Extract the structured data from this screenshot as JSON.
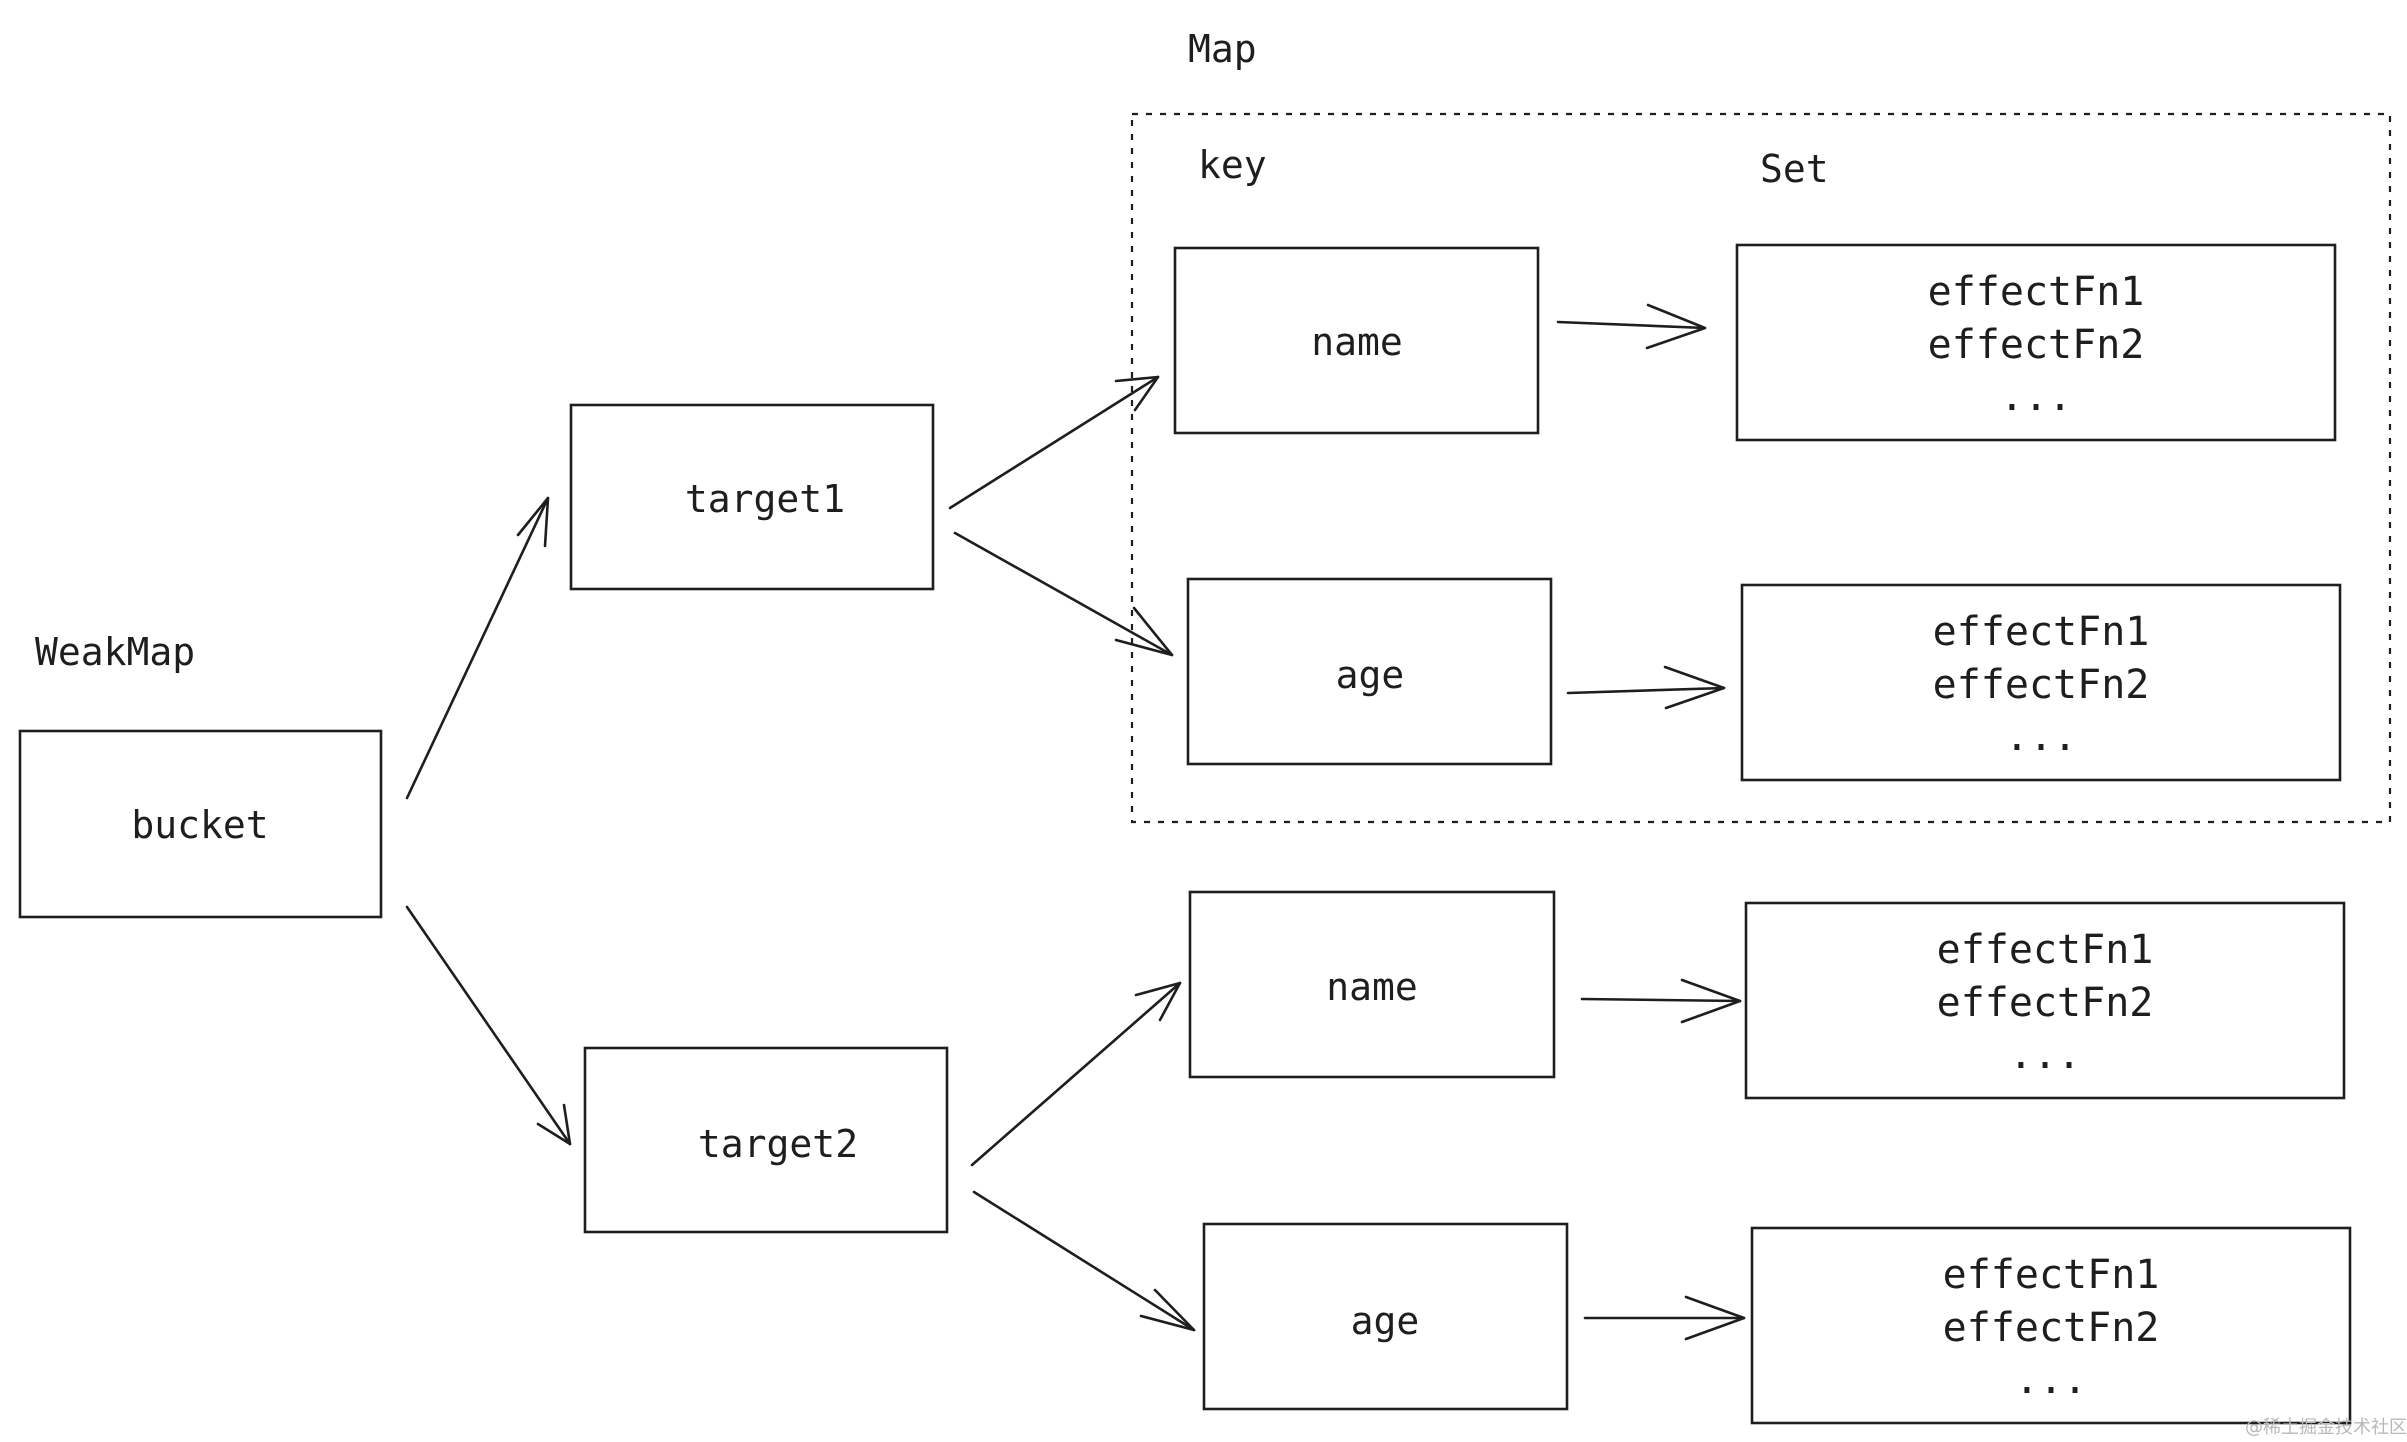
{
  "labels": {
    "weakmap": "WeakMap",
    "map": "Map",
    "key": "key",
    "set": "Set"
  },
  "nodes": {
    "bucket": "bucket",
    "target1": "target1",
    "target2": "target2",
    "t1_key_name": "name",
    "t1_key_age": "age",
    "t2_key_name": "name",
    "t2_key_age": "age"
  },
  "sets": {
    "t1_name": [
      "effectFn1",
      "effectFn2",
      "..."
    ],
    "t1_age": [
      "effectFn1",
      "effectFn2",
      "..."
    ],
    "t2_name": [
      "effectFn1",
      "effectFn2",
      "..."
    ],
    "t2_age": [
      "effectFn1",
      "effectFn2",
      "..."
    ]
  },
  "watermark": "@稀土掘金技术社区"
}
